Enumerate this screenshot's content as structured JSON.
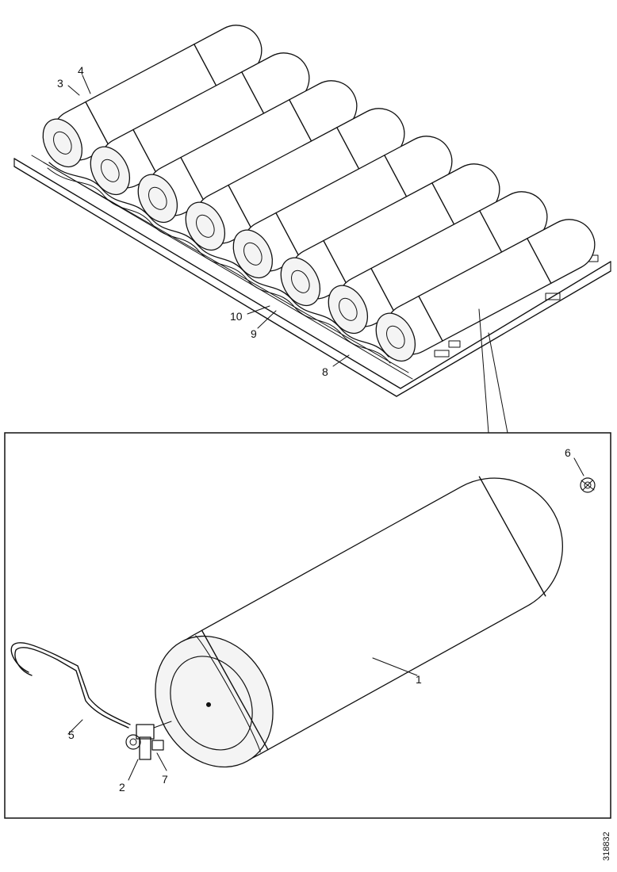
{
  "callouts": {
    "c1": "1",
    "c2": "2",
    "c3": "3",
    "c4": "4",
    "c5": "5",
    "c6": "6",
    "c7": "7",
    "c8": "8",
    "c9": "9",
    "c10": "10"
  },
  "figure_ref": "318832"
}
